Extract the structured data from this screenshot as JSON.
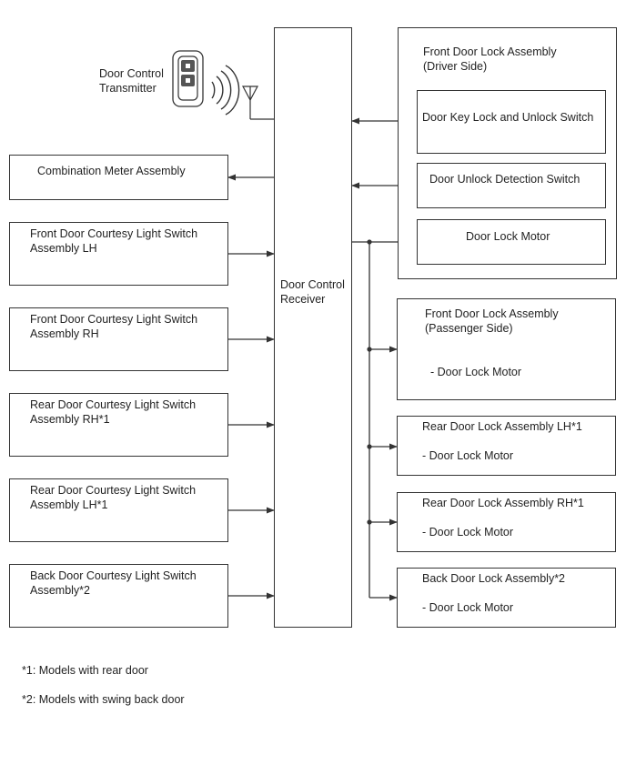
{
  "transmitter": {
    "label": "Door Control\nTransmitter"
  },
  "receiver": {
    "label": "Door Control\nReceiver"
  },
  "inputs": [
    {
      "label": "Combination Meter Assembly"
    },
    {
      "label": "Front Door Courtesy Light Switch\nAssembly LH"
    },
    {
      "label": "Front Door Courtesy Light Switch\nAssembly RH"
    },
    {
      "label": "Rear Door Courtesy Light Switch\nAssembly RH*1"
    },
    {
      "label": "Rear Door Courtesy Light Switch\nAssembly LH*1"
    },
    {
      "label": "Back Door Courtesy Light Switch\nAssembly*2"
    }
  ],
  "driver_assembly": {
    "title": "Front Door Lock Assembly\n(Driver Side)",
    "key_switch": "Door Key Lock and Unlock Switch",
    "unlock_detection": "Door Unlock Detection Switch",
    "motor": "Door Lock Motor"
  },
  "outputs": [
    {
      "title": "Front Door Lock Assembly\n(Passenger Side)",
      "item": "- Door Lock Motor"
    },
    {
      "title": "Rear Door Lock Assembly LH*1",
      "item": "- Door Lock Motor"
    },
    {
      "title": "Rear Door Lock Assembly RH*1",
      "item": "- Door Lock Motor"
    },
    {
      "title": "Back Door Lock Assembly*2",
      "item": "- Door Lock Motor"
    }
  ],
  "notes": [
    "*1: Models with rear door",
    "*2: Models with swing back door"
  ],
  "colors": {
    "line": "#333333",
    "text": "#222222",
    "background": "#ffffff"
  },
  "icons": [
    "key-fob-icon",
    "radio-waves-icon",
    "antenna-icon"
  ]
}
